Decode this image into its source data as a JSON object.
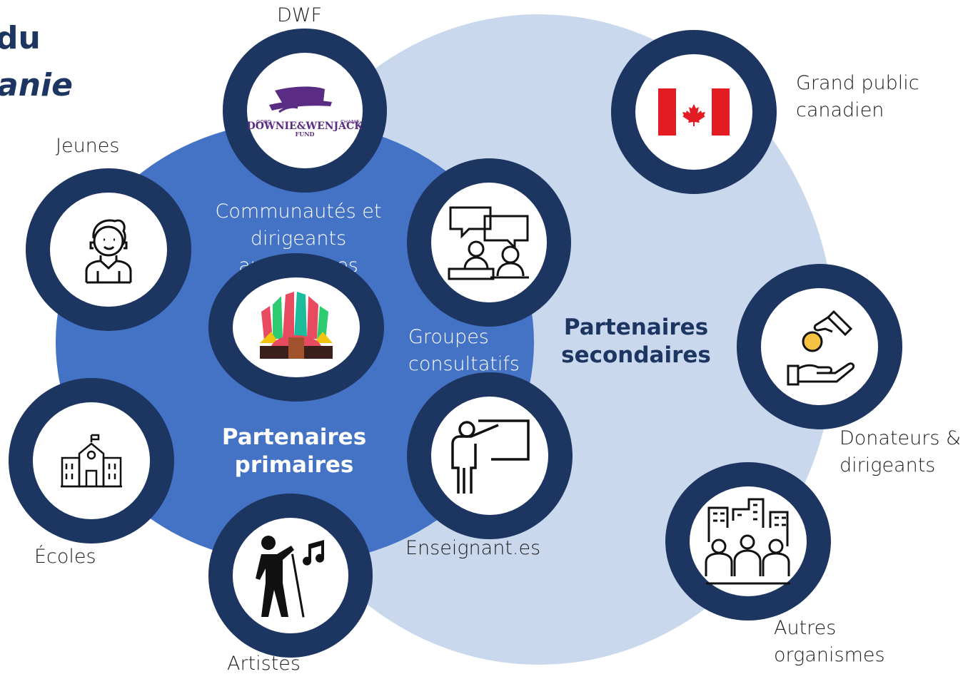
{
  "title": {
    "line1": "du",
    "line2": "anie"
  },
  "groups": {
    "primary_label": "Partenaires primaires",
    "primary_line1": "Partenaires",
    "primary_line2": "primaires",
    "secondary_line1": "Partenaires",
    "secondary_line2": "secondaires"
  },
  "nodes": {
    "dwf": {
      "label": "DWF",
      "logo_line1": "DOWNIE&WENJACK",
      "logo_line2": "FUND",
      "logo_small_left": "GORD",
      "logo_small_right": "CHANIE"
    },
    "communities": {
      "line1": "Communautés et",
      "line2": "dirigeants autochtones"
    },
    "youth": {
      "label": "Jeunes"
    },
    "advisory": {
      "line1": "Groupes",
      "line2": "consultatifs"
    },
    "schools": {
      "label": "Écoles"
    },
    "teachers": {
      "label": "Enseignant.es"
    },
    "artists": {
      "label": "Artistes"
    },
    "public": {
      "line1": "Grand public",
      "line2": "canadien"
    },
    "donors": {
      "line1": "Donateurs &",
      "line2": "dirigeants"
    },
    "others": {
      "line1": "Autres",
      "line2": "organismes"
    }
  },
  "colors": {
    "primary_circle": "#4472c4",
    "secondary_circle": "#cad8ee",
    "ring": "#1d3661",
    "secondary_text": "#1d3661"
  }
}
